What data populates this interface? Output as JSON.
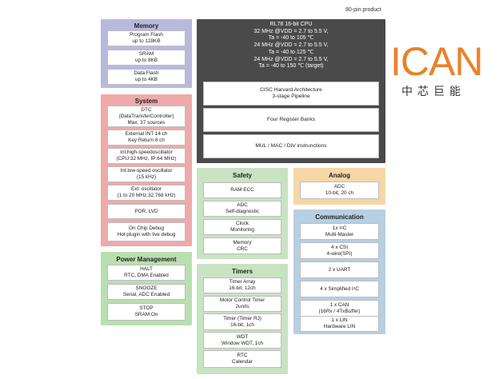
{
  "product_note": "80-pin product",
  "logo": {
    "text": "ICAN",
    "subtitle": "中芯巨能",
    "color": "#e8822a"
  },
  "memory": {
    "title": "Memory",
    "items": [
      [
        "Program Flash",
        "up to 128KB"
      ],
      [
        "SRAM",
        "up to 8KB"
      ],
      [
        "Data Flash",
        "up to 4KB"
      ]
    ]
  },
  "system": {
    "title": "System",
    "items": [
      [
        "DTC",
        "(DataTransferController)",
        "Max. 37 sources"
      ],
      [
        "External INT 14 ch",
        "Key Return 8 ch"
      ],
      [
        "Int.high-speedoscillator",
        "(CPU:32 MHz, IP:64 MHz)"
      ],
      [
        "Int.low-speed oscillator",
        "(15 kHz)"
      ],
      [
        "Ext. oscillator",
        "(1 to 20 MHz,32.768 kHz)"
      ],
      [
        "POR, LVD"
      ],
      [
        "On Chip Debug",
        "Hot plugin with live debug"
      ]
    ]
  },
  "power": {
    "title": "Power Management",
    "items": [
      [
        "HALT",
        "RTC, DMA Enabled"
      ],
      [
        "SNOOZE",
        "Serial, ADC Enabled"
      ],
      [
        "STOP",
        "SRAM On"
      ]
    ]
  },
  "cpu": {
    "lines": [
      "RL78 16-bit CPU",
      "32 MHz @VDD = 2.7 to 5.5 V,",
      "Ta = -40 to 105 ℃",
      "24 MHz @VDD = 2.7 to 5.5 V,",
      "Ta = -40 to 125 ℃",
      "24 MHz @VDD = 2.7 to 5.5 V,",
      "Ta = -40 to 150 ℃ (target)"
    ],
    "blocks": [
      [
        "CISC Harvard Architecture",
        "3-stage Pipeline"
      ],
      [
        "Four Register Banks"
      ],
      [
        "MUL / MAC / DIV instrunctions"
      ]
    ]
  },
  "safety": {
    "title": "Safety",
    "items": [
      [
        "RAM ECC"
      ],
      [
        "ADC",
        "Self-diagnostic"
      ],
      [
        "Clock",
        "Monitoring"
      ],
      [
        "Memory",
        "CRC"
      ]
    ]
  },
  "timers": {
    "title": "Timers",
    "items": [
      [
        "Timer Array",
        "16-bit, 12ch"
      ],
      [
        "Motor Control Timer",
        "2units"
      ],
      [
        "Timer (Timer RJ)",
        "16-bit, 1ch"
      ],
      [
        "WDT",
        "Window WDT, 1ch"
      ],
      [
        "RTC",
        "Calendar"
      ]
    ]
  },
  "analog": {
    "title": "Analog",
    "items": [
      [
        "ADC",
        "10-bit, 20 ch"
      ]
    ]
  },
  "communication": {
    "title": "Communication",
    "items": [
      {
        "pre": "1x I",
        "sup": "2",
        "post": "C",
        "line2": "Multi-Master"
      },
      {
        "l1": "4 x CSI",
        "l2": "4-wire(SPI)"
      },
      {
        "l1": "2 x UART"
      },
      {
        "pre": "4 x Simplified I",
        "sup": "2",
        "post": "C"
      },
      {
        "l1": "1 x CAN",
        "l2": "(16Rx / 4TxBuffer)"
      },
      {
        "l1": "1 x LIN",
        "l2": "Hardware LIN"
      }
    ]
  },
  "colors": {
    "memory": "#b9b9de",
    "system": "#eeaaaa",
    "power": "#b9dfb0",
    "cpu": "#4a4a4a",
    "safety": "#c8e3c2",
    "timers": "#c8e3c2",
    "analog": "#f6d7a6",
    "communication": "#b7cfe2"
  }
}
